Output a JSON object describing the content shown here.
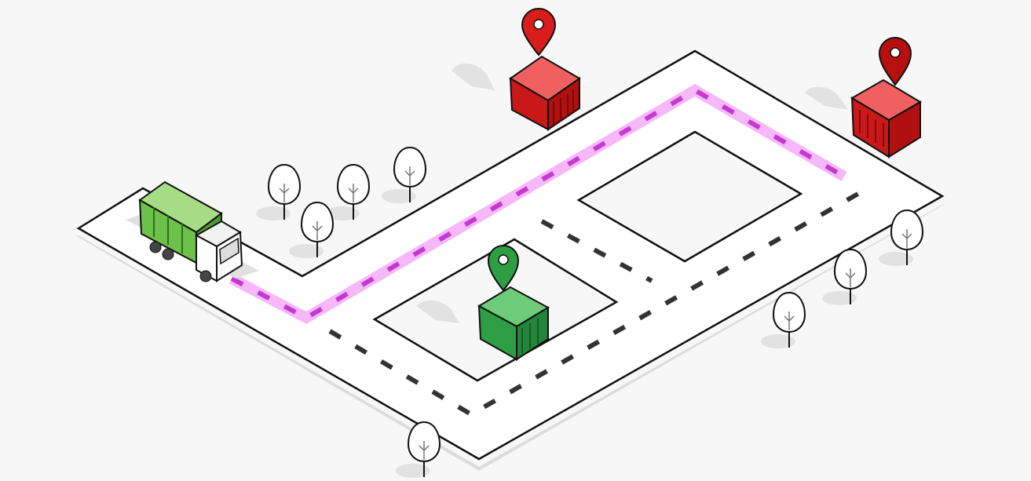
{
  "scene": {
    "icons": [
      "garbage-truck-icon",
      "dumpster-icon",
      "map-pin-icon",
      "tree-icon"
    ],
    "colors": {
      "background": "#f7f7f7",
      "road": "#ffffff",
      "outline": "#111111",
      "route": "#f08cf5",
      "full_bin": "#d91c1c",
      "empty_bin": "#2e9e44",
      "truck_body": "#6dc04a",
      "shadow": "#e2e2e2"
    },
    "bins": [
      {
        "status": "full",
        "color": "#d91c1c"
      },
      {
        "status": "full",
        "color": "#d91c1c"
      },
      {
        "status": "empty",
        "color": "#2e9e44"
      }
    ]
  }
}
